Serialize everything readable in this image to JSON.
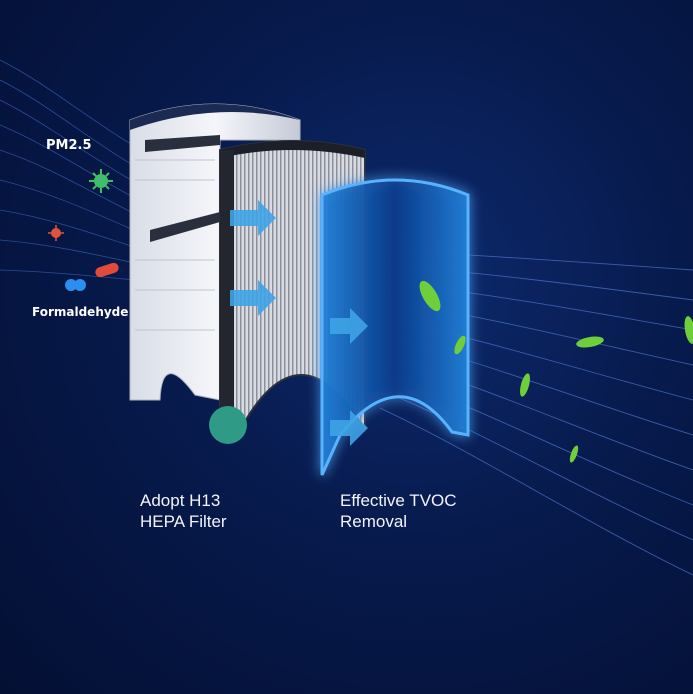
{
  "pollutants": {
    "pm25_label": "PM2.5",
    "formaldehyde_label": "Formaldehyde"
  },
  "features": {
    "hepa": {
      "line1": "Adopt H13",
      "line2": "HEPA Filter"
    },
    "tvoc": {
      "line1": "Effective TVOC",
      "line2": "Removal"
    }
  },
  "colors": {
    "background": "#071a4c",
    "airflow_arrow": "#3fa3e6",
    "carbon_glow": "#2f8fe0",
    "leaf": "#6fcf3a",
    "virus": "#3fbf6a",
    "bacteria": "#e0553a",
    "molecule_blue": "#2a8ff0",
    "molecule_red": "#e24a3a"
  }
}
